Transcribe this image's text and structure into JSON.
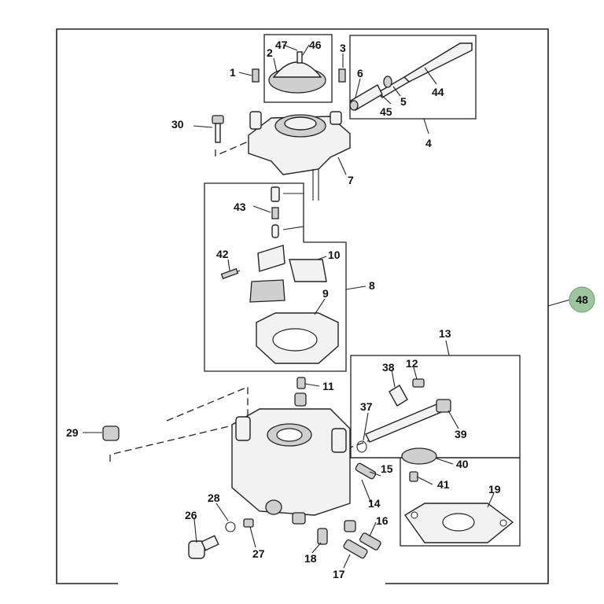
{
  "diagram": {
    "callouts": {
      "c1": "1",
      "c2": "2",
      "c3": "3",
      "c4": "4",
      "c5": "5",
      "c6": "6",
      "c7": "7",
      "c8": "8",
      "c9": "9",
      "c10": "10",
      "c11": "11",
      "c12": "12",
      "c13": "13",
      "c14": "14",
      "c15": "15",
      "c16": "16",
      "c17": "17",
      "c18": "18",
      "c19": "19",
      "c26": "26",
      "c27": "27",
      "c28": "28",
      "c29": "29",
      "c30": "30",
      "c37": "37",
      "c38": "38",
      "c39": "39",
      "c40": "40",
      "c41": "41",
      "c42": "42",
      "c43": "43",
      "c44": "44",
      "c45": "45",
      "c46": "46",
      "c47": "47"
    },
    "assembly_badge": "48",
    "badge_color": "#9dc59f"
  }
}
